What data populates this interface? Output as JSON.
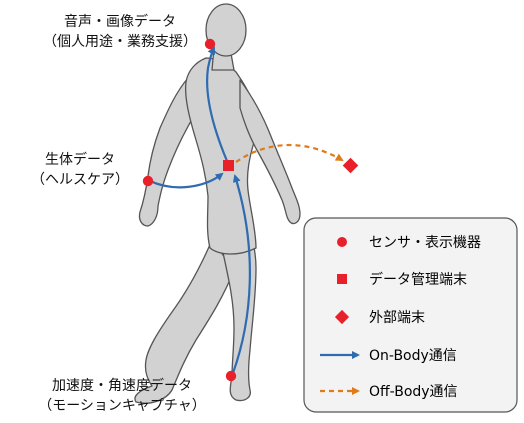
{
  "labels": {
    "voice": [
      "音声・画像データ",
      "（個人用途・業務支援）"
    ],
    "bio": [
      "生体データ",
      "（ヘルスケア）"
    ],
    "accel": [
      "加速度・角速度データ",
      "（モーションキャプチャ）"
    ]
  },
  "legend": {
    "items": [
      {
        "label": "センサ・表示機器",
        "symbol": "circle"
      },
      {
        "label": "データ管理端末",
        "symbol": "square"
      },
      {
        "label": "外部端末",
        "symbol": "diamond"
      },
      {
        "label": "On-Body通信",
        "symbol": "solid-arrow"
      },
      {
        "label": "Off-Body通信",
        "symbol": "dashed-arrow"
      }
    ]
  },
  "colors": {
    "node": "#e8202a",
    "on_body": "#2f6bb0",
    "off_body": "#e07b1a",
    "body_fill": "#d2d2d2",
    "body_stroke": "#555555",
    "legend_bg": "#f3f3f3"
  }
}
